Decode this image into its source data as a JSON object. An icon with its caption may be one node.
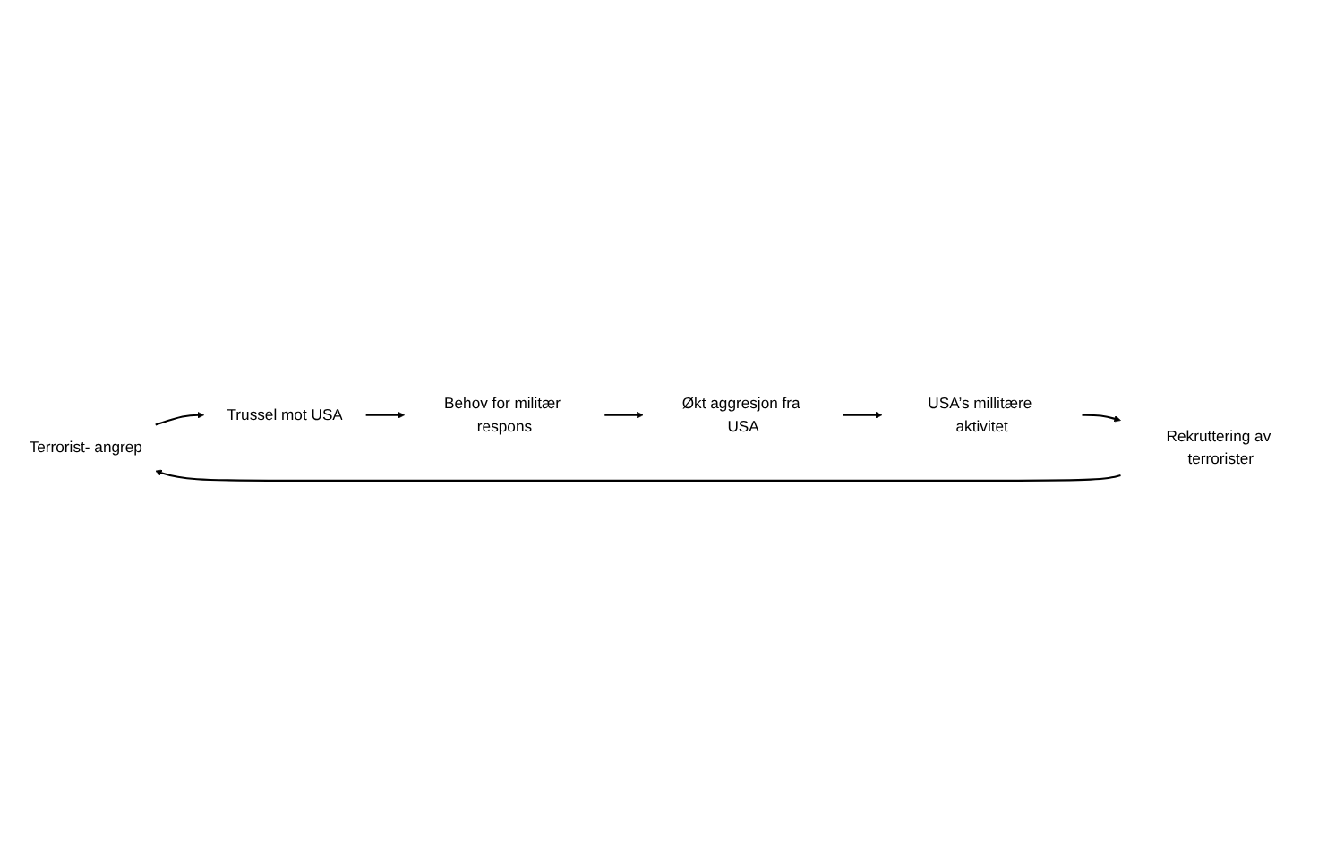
{
  "diagram": {
    "nodes": [
      {
        "text": [
          "Terrorist- angrep"
        ]
      },
      {
        "text": [
          "Trussel mot USA"
        ]
      },
      {
        "text": [
          "Behov for militær respons"
        ]
      },
      {
        "text": [
          "Økt aggresjon fra USA"
        ]
      },
      {
        "text": [
          "USA’s millitære aktivitet"
        ]
      },
      {
        "text": [
          "Rekruttering av terrorister"
        ]
      }
    ],
    "edges": [
      {
        "from": 0,
        "to": 1,
        "arrow": "to"
      },
      {
        "from": 1,
        "to": 2,
        "arrow": "to"
      },
      {
        "from": 2,
        "to": 3,
        "arrow": "to"
      },
      {
        "from": 3,
        "to": 4,
        "arrow": "to"
      },
      {
        "from": 4,
        "to": 5,
        "arrow": "to"
      },
      {
        "from": 5,
        "to": 0,
        "arrow": "to"
      }
    ]
  }
}
